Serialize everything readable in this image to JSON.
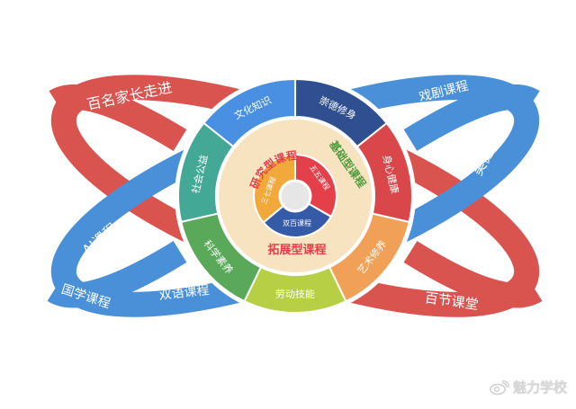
{
  "ellipses": {
    "red_top_label": "百名家长走进",
    "blue_top_label": "戏剧课程",
    "blue_right_label": "美健课程",
    "red_bottom_label": "百节课堂",
    "blue_left_label1": "AI课程",
    "blue_left_label2": "国学课程",
    "blue_left_label3": "双语课程",
    "colors": {
      "red": "#d9534f",
      "blue": "#4a90d9"
    }
  },
  "outer_ring": [
    {
      "label": "文化知识",
      "color": "#4a90e2"
    },
    {
      "label": "崇德修身",
      "color": "#2f4f91"
    },
    {
      "label": "身心健康",
      "color": "#d9474a"
    },
    {
      "label": "艺术修养",
      "color": "#f0a057"
    },
    {
      "label": "劳动技能",
      "color": "#b7cf45"
    },
    {
      "label": "科学素养",
      "color": "#5aa85a"
    },
    {
      "label": "社会公益",
      "color": "#43a896"
    }
  ],
  "middle_ring": {
    "research": "研究型课程",
    "basic": "基础型课程",
    "extended": "拓展型课程",
    "color": "#f8e3c0"
  },
  "inner_ring": {
    "sanqi": "三七课程",
    "wuwu": "五五课程",
    "shuangbai": "双百课程",
    "colors": {
      "sanqi": "#f2a93b",
      "wuwu": "#e3404a",
      "shuangbai": "#355aa8"
    }
  },
  "watermark": "魅力学校"
}
